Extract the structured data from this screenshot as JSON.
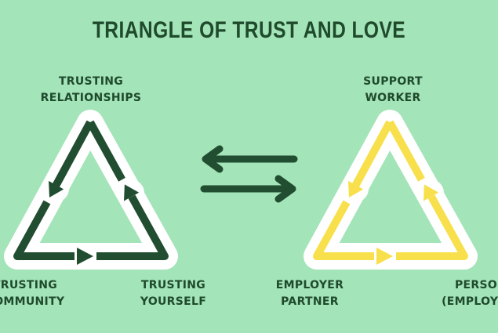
{
  "title": "TRIANGLE OF TRUST AND LOVE",
  "left_triangle": {
    "top_label": [
      "TRUSTING",
      "RELATIONSHIPS"
    ],
    "bottom_left_label": [
      "TRUSTING",
      "COMMUNITY"
    ],
    "bottom_right_label": [
      "TRUSTING",
      "YOURSELF"
    ],
    "color": "#214d31"
  },
  "right_triangle": {
    "top_label": [
      "SUPPORT",
      "WORKER"
    ],
    "bottom_left_label": [
      "EMPLOYER",
      "PARTNER"
    ],
    "bottom_right_label": [
      "PERSON",
      "(EMPLOYER)"
    ],
    "color": "#f7e04b"
  },
  "colors": {
    "background": "#a3e4b9",
    "outline": "#ffffff",
    "text": "#1f4a2c"
  }
}
